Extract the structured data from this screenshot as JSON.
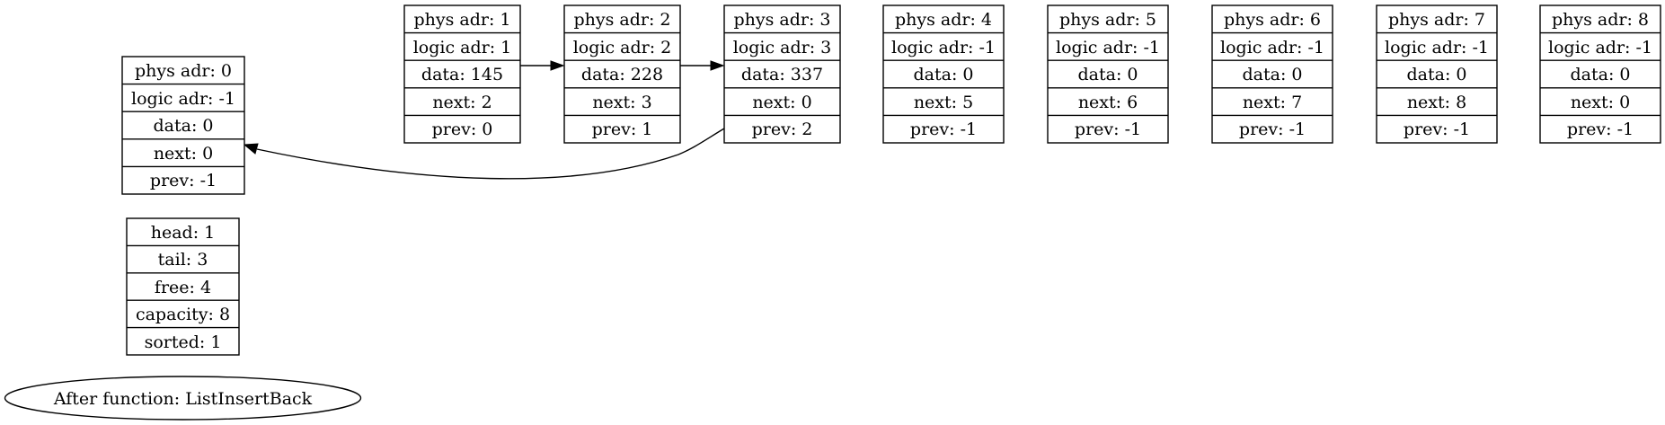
{
  "nodes": [
    {
      "id": "node-0",
      "rows": [
        "phys adr: 0",
        "logic adr: -1",
        "data: 0",
        "next: 0",
        "prev: -1"
      ]
    },
    {
      "id": "node-1",
      "rows": [
        "phys adr: 1",
        "logic adr: 1",
        "data: 145",
        "next: 2",
        "prev: 0"
      ]
    },
    {
      "id": "node-2",
      "rows": [
        "phys adr: 2",
        "logic adr: 2",
        "data: 228",
        "next: 3",
        "prev: 1"
      ]
    },
    {
      "id": "node-3",
      "rows": [
        "phys adr: 3",
        "logic adr: 3",
        "data: 337",
        "next: 0",
        "prev: 2"
      ]
    },
    {
      "id": "node-4",
      "rows": [
        "phys adr: 4",
        "logic adr: -1",
        "data: 0",
        "next: 5",
        "prev: -1"
      ]
    },
    {
      "id": "node-5",
      "rows": [
        "phys adr: 5",
        "logic adr: -1",
        "data: 0",
        "next: 6",
        "prev: -1"
      ]
    },
    {
      "id": "node-6",
      "rows": [
        "phys adr: 6",
        "logic adr: -1",
        "data: 0",
        "next: 7",
        "prev: -1"
      ]
    },
    {
      "id": "node-7",
      "rows": [
        "phys adr: 7",
        "logic adr: -1",
        "data: 0",
        "next: 8",
        "prev: -1"
      ]
    },
    {
      "id": "node-8",
      "rows": [
        "phys adr: 8",
        "logic adr: -1",
        "data: 0",
        "next: 0",
        "prev: -1"
      ]
    }
  ],
  "list_info": {
    "rows": [
      "head: 1",
      "tail: 3",
      "free: 4",
      "capacity: 8",
      "sorted: 1"
    ]
  },
  "caption": "After function: ListInsertBack",
  "edges": [
    {
      "from": "node-1",
      "to": "node-2"
    },
    {
      "from": "node-2",
      "to": "node-3"
    },
    {
      "from": "node-3",
      "to": "node-0"
    }
  ]
}
